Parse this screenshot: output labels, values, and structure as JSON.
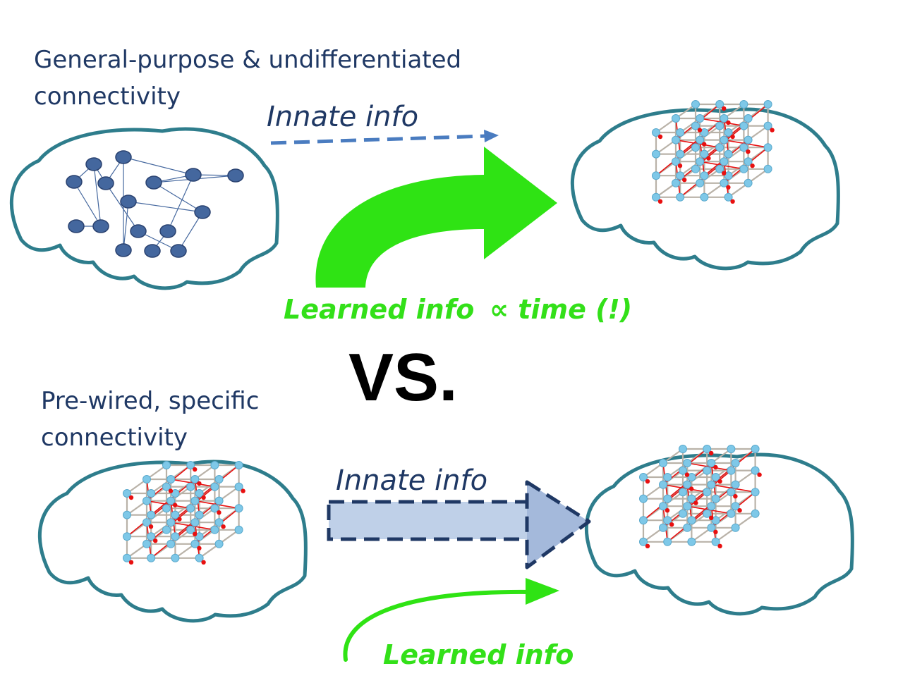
{
  "top": {
    "heading_line1": "General-purpose & undifferentiated",
    "heading_line2": "connectivity",
    "innate_label": "Innate info",
    "learned_label": "Learned info",
    "learned_relation": "∝ time (!)"
  },
  "divider": {
    "text": "VS."
  },
  "bottom": {
    "heading_line1": "Pre-wired, specific",
    "heading_line2": "connectivity",
    "innate_label": "Innate info",
    "learned_label": "Learned info"
  },
  "colors": {
    "brain_outline": "#2e7d8c",
    "neuron_fill": "#44679e",
    "neuron_stroke": "#2a4270",
    "lattice_node": "#7ec8e8",
    "lattice_edge": "#b9b2a8",
    "lattice_arrow": "#e81010",
    "innate_arrow": "#4a7cc0",
    "innate_block_fill": "#bfd0e8",
    "innate_block_stroke": "#1f3864",
    "learned_arrow": "#2fe314",
    "dark_text": "#1f3864"
  }
}
